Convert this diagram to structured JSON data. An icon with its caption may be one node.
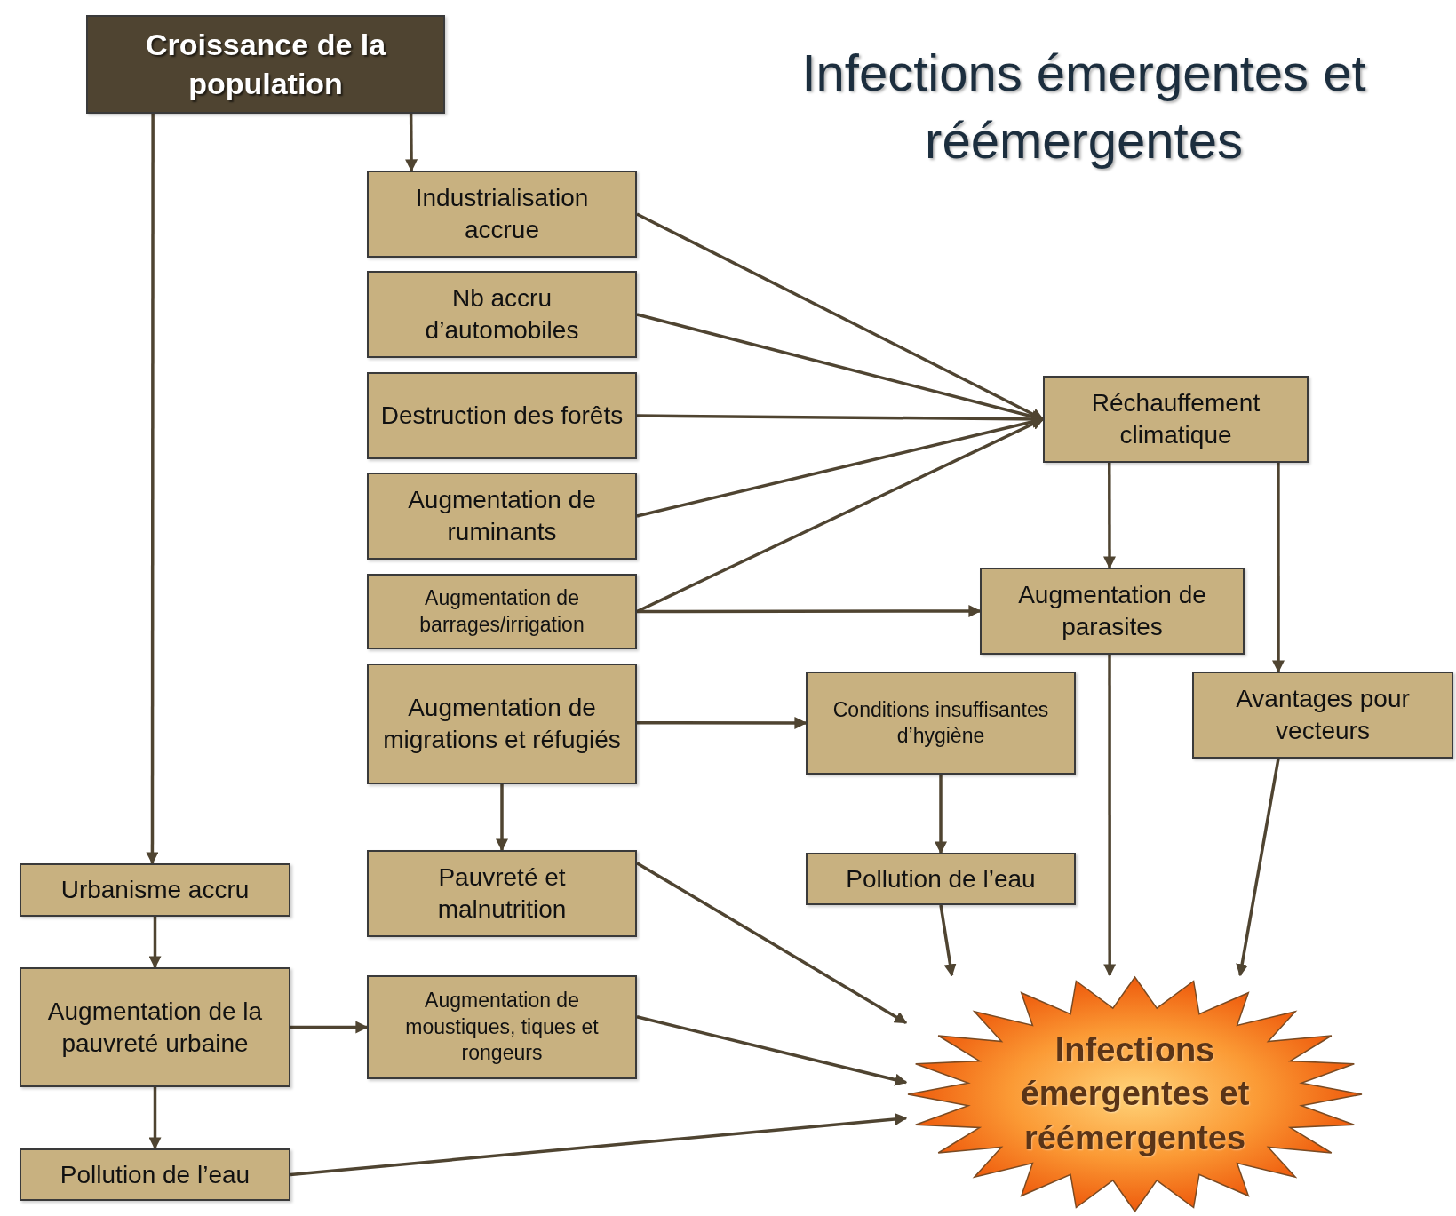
{
  "diagram": {
    "title": "Infections émergentes et réémergentes",
    "nodes": [
      {
        "text": [
          "Croissance de la population"
        ]
      },
      {
        "text": [
          "Industrialisation accrue"
        ]
      },
      {
        "text": [
          "Nb accru d’automobiles"
        ]
      },
      {
        "text": [
          "Destruction des forêts"
        ]
      },
      {
        "text": [
          "Augmentation de ruminants"
        ]
      },
      {
        "text": [
          "Augmentation de barrages/irrigation"
        ]
      },
      {
        "text": [
          "Augmentation de migrations et réfugiés"
        ]
      },
      {
        "text": [
          "Réchauffement climatique"
        ]
      },
      {
        "text": [
          "Augmentation de parasites"
        ]
      },
      {
        "text": [
          "Conditions insuffisantes d’hygiène"
        ]
      },
      {
        "text": [
          "Avantages pour vecteurs"
        ]
      },
      {
        "text": [
          "Pauvreté et malnutrition"
        ]
      },
      {
        "text": [
          "Pollution de l’eau"
        ]
      },
      {
        "text": [
          "Urbanisme accru"
        ]
      },
      {
        "text": [
          "Augmentation de la pauvreté urbaine"
        ]
      },
      {
        "text": [
          "Augmentation de moustiques, tiques et rongeurs"
        ]
      },
      {
        "text": [
          "Pollution de l’eau"
        ]
      },
      {
        "text": [
          "Infections émergentes et réémergentes"
        ]
      }
    ],
    "edges": [
      {
        "from": 0,
        "to": 13,
        "arrow": "to"
      },
      {
        "from": 0,
        "to": 1,
        "arrow": "to"
      },
      {
        "from": 1,
        "to": 7,
        "arrow": "to"
      },
      {
        "from": 2,
        "to": 7,
        "arrow": "to"
      },
      {
        "from": 3,
        "to": 7,
        "arrow": "to"
      },
      {
        "from": 4,
        "to": 7,
        "arrow": "to"
      },
      {
        "from": 5,
        "to": 7,
        "arrow": "to"
      },
      {
        "from": 5,
        "to": 8,
        "arrow": "to"
      },
      {
        "from": 6,
        "to": 9,
        "arrow": "to"
      },
      {
        "from": 6,
        "to": 11,
        "arrow": "to"
      },
      {
        "from": 7,
        "to": 8,
        "arrow": "to"
      },
      {
        "from": 7,
        "to": 10,
        "arrow": "to"
      },
      {
        "from": 9,
        "to": 12,
        "arrow": "to"
      },
      {
        "from": 8,
        "to": 17,
        "arrow": "to"
      },
      {
        "from": 10,
        "to": 17,
        "arrow": "to"
      },
      {
        "from": 12,
        "to": 17,
        "arrow": "to"
      },
      {
        "from": 11,
        "to": 17,
        "arrow": "to"
      },
      {
        "from": 15,
        "to": 17,
        "arrow": "to"
      },
      {
        "from": 16,
        "to": 17,
        "arrow": "to"
      },
      {
        "from": 13,
        "to": 14,
        "arrow": "to"
      },
      {
        "from": 14,
        "to": 15,
        "arrow": "to"
      },
      {
        "from": 14,
        "to": 16,
        "arrow": "to"
      }
    ]
  }
}
